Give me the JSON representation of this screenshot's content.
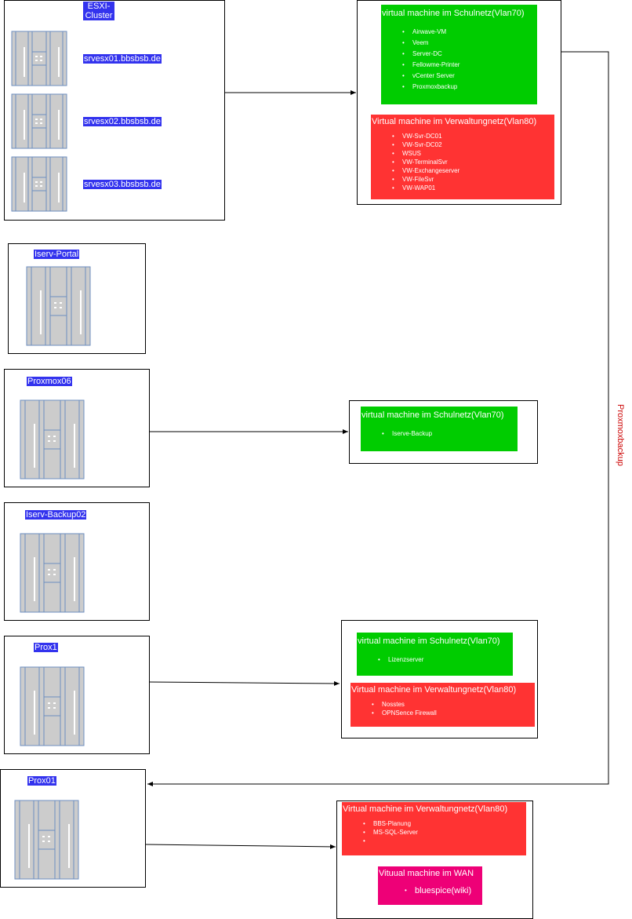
{
  "esxi": {
    "title": "ESXI-Cluster",
    "hosts": [
      "srvesx01.bbsbsb.de",
      "srvesx02.bbsbsb.de",
      "srvesx03.bbsbsb.de"
    ]
  },
  "servers": {
    "iserv_portal": "Iserv-Portal",
    "proxmox06": "Proxmox06",
    "iserv_backup02": "Iserv-Backup02",
    "prox1": "Prox1",
    "prox01": "Prox01"
  },
  "vm_groups": {
    "esxi_schulnetz": {
      "title": "virtual machine im Schulnetz(Vlan70)",
      "items": [
        "Airwave-VM",
        "Veem",
        "Server-DC",
        "Fellowme-Printer",
        "vCenter Server",
        "Proxmoxbackup"
      ]
    },
    "esxi_verwaltung": {
      "title": "Virtual machine im  Verwaltungnetz(Vlan80)",
      "items": [
        "VW-Svr-DC01",
        "VW-Svr-DC02",
        "WSUS",
        "VW-TerminalSvr",
        "VW-Exchangeserver",
        "VW-FileSvr",
        "VW-WAP01"
      ]
    },
    "proxmox06_schulnetz": {
      "title": "virtual machine im Schulnetz(Vlan70)",
      "items": [
        "Iserve-Backup"
      ]
    },
    "prox1_schulnetz": {
      "title": "virtual machine im Schulnetz(Vlan70)",
      "items": [
        "Lizenzserver"
      ]
    },
    "prox1_verwaltung": {
      "title": "Virtual machine im  Verwaltungnetz(Vlan80)",
      "items": [
        "Nosstes",
        "OPNSence Firewall"
      ]
    },
    "prox01_verwaltung": {
      "title": "Virtual machine im  Verwaltungnetz(Vlan80)",
      "items": [
        "BBS-Planung",
        "MS-SQL-Server",
        ""
      ]
    },
    "prox01_wan": {
      "title": "Vituual machine im WAN",
      "items": [
        "bluespice(wiki)"
      ]
    }
  },
  "connector_label": "Proxmoxbackup",
  "colors": {
    "label_blue": "#3333ee",
    "vm_green": "#00cc00",
    "vm_red": "#ff3333",
    "vm_pink": "#ee0077",
    "connector_text": "#cc0000",
    "server_fill": "#cccccc",
    "server_stroke": "#6c8ebf"
  }
}
